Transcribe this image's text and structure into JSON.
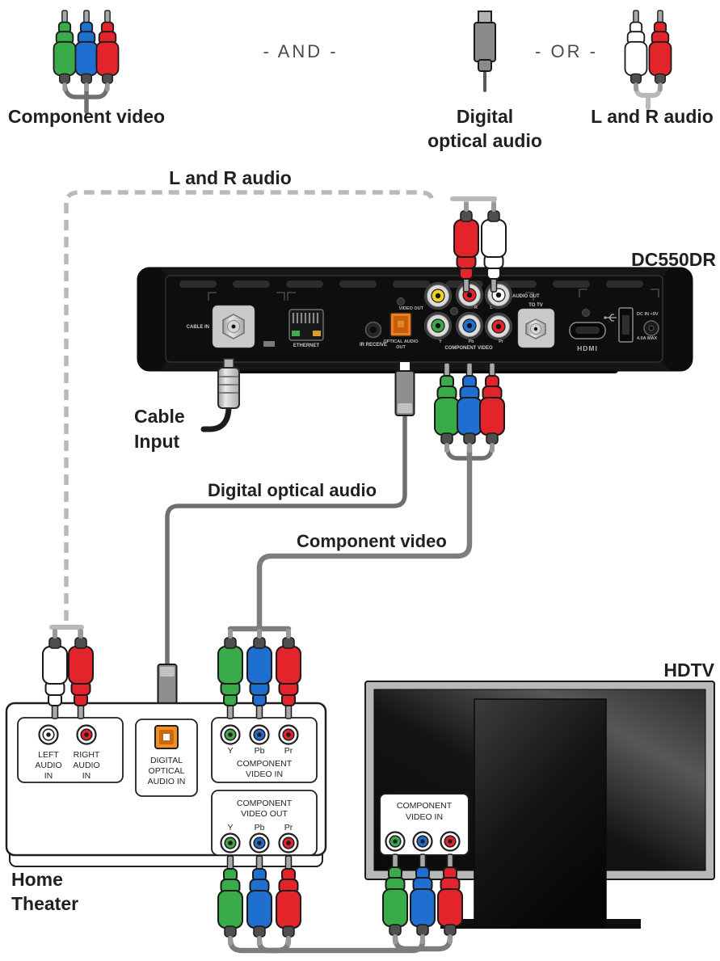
{
  "colors": {
    "green": "#3aab49",
    "blue": "#1f6fd0",
    "red": "#e3242b",
    "white": "#ffffff",
    "yellow": "#f0d517",
    "orange": "#f07c1e",
    "cable_gray": "#7d7d7d",
    "dash_gray": "#b9b9b9",
    "text_dark": "#231f20"
  },
  "legend": {
    "component_video_label": "Component video",
    "and_text": "- AND -",
    "digital_optical_line1": "Digital",
    "digital_optical_line2": "optical audio",
    "or_text": "- OR -",
    "lr_audio_label": "L and R audio"
  },
  "callouts": {
    "lr_audio": "L and R audio",
    "cable_input_line1": "Cable",
    "cable_input_line2": "Input",
    "digital_optical": "Digital optical audio",
    "component_video": "Component video"
  },
  "cable_box": {
    "model": "DC550DR",
    "ports": {
      "cable_in": "CABLE IN",
      "ethernet": "ETHERNET",
      "ir_receive": "IR RECEIVE",
      "optical_audio_line1": "OPTICAL AUDIO",
      "optical_audio_line2": "OUT",
      "video_out": "VIDEO OUT",
      "audio_out": "AUDIO OUT",
      "r": "R",
      "l": "L",
      "to_tv": "TO TV",
      "y": "Y",
      "pb": "Pb",
      "pr": "Pr",
      "component_video": "COMPONENT VIDEO",
      "hdmi": "HDMI",
      "dc_in": "DC IN +9V",
      "dc_max": "4.0A MAX"
    }
  },
  "home_theater": {
    "label_line1": "Home",
    "label_line2": "Theater",
    "left_audio": [
      "LEFT",
      "AUDIO",
      "IN"
    ],
    "right_audio": [
      "RIGHT",
      "AUDIO",
      "IN"
    ],
    "digital_optical": [
      "DIGITAL",
      "OPTICAL",
      "AUDIO IN"
    ],
    "component_in_line1": "COMPONENT",
    "component_in_line2": "VIDEO IN",
    "component_out_line1": "COMPONENT",
    "component_out_line2": "VIDEO OUT",
    "y": "Y",
    "pb": "Pb",
    "pr": "Pr"
  },
  "hdtv": {
    "label": "HDTV",
    "component_in_line1": "COMPONENT",
    "component_in_line2": "VIDEO IN"
  }
}
